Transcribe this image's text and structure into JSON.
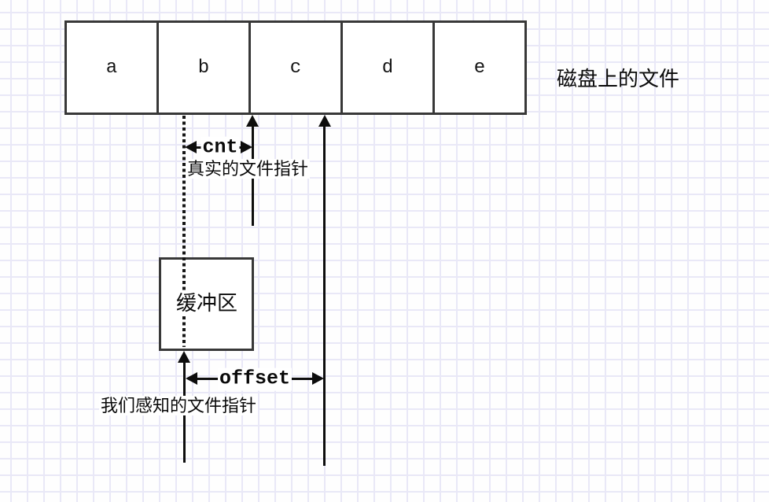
{
  "diagram": {
    "disk": {
      "caption": "磁盘上的文件",
      "cells": [
        "a",
        "b",
        "c",
        "d",
        "e"
      ]
    },
    "buffer": {
      "label": "缓冲区"
    },
    "annotations": {
      "cnt_label": "cnt",
      "real_pointer_label": "真实的文件指针",
      "offset_label": "offset",
      "perceived_pointer_label": "我们感知的文件指针"
    },
    "colors": {
      "box_stroke": "#383838",
      "line": "#0d0d0d",
      "grid": "#e9e8f7",
      "canvas_bg": "#ffffff"
    }
  }
}
